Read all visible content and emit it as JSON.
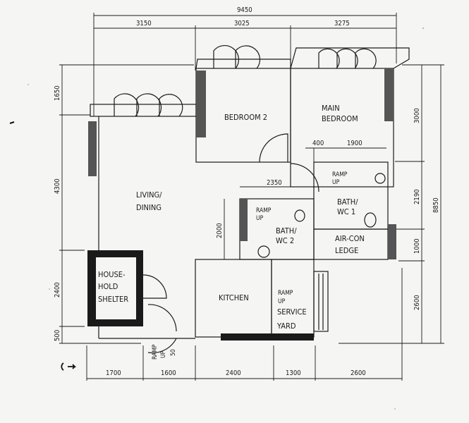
{
  "rooms": {
    "bedroom2": "BEDROOM 2",
    "main_bedroom_1": "MAIN",
    "main_bedroom_2": "BEDROOM",
    "living_1": "LIVING/",
    "living_2": "DINING",
    "bath1_1": "BATH/",
    "bath1_2": "WC 1",
    "bath2_1": "BATH/",
    "bath2_2": "WC 2",
    "aircon_1": "AIR-CON",
    "aircon_2": "LEDGE",
    "kitchen": "KITCHEN",
    "service_1": "SERVICE",
    "service_2": "YARD",
    "shelter_1": "HOUSE-",
    "shelter_2": "HOLD",
    "shelter_3": "SHELTER"
  },
  "ramps": {
    "r1_1": "RAMP",
    "r1_2": "UP",
    "r2_1": "RAMP",
    "r2_2": "UP",
    "r3_1": "RAMP",
    "r3_2": "UP",
    "r4_1": "RAMP",
    "r4_2": "UP",
    "r4_3": "50"
  },
  "dimensions": {
    "top_total": "9450",
    "top": [
      "3150",
      "3025",
      "3275"
    ],
    "left": [
      "1650",
      "4300",
      "2400",
      "500"
    ],
    "right": [
      "3000",
      "2190",
      "1000",
      "2600"
    ],
    "right_total": "8850",
    "bottom": [
      "1700",
      "1600",
      "2400",
      "1300",
      "2600"
    ],
    "inner": [
      "400",
      "1900",
      "2350",
      "2000"
    ]
  }
}
